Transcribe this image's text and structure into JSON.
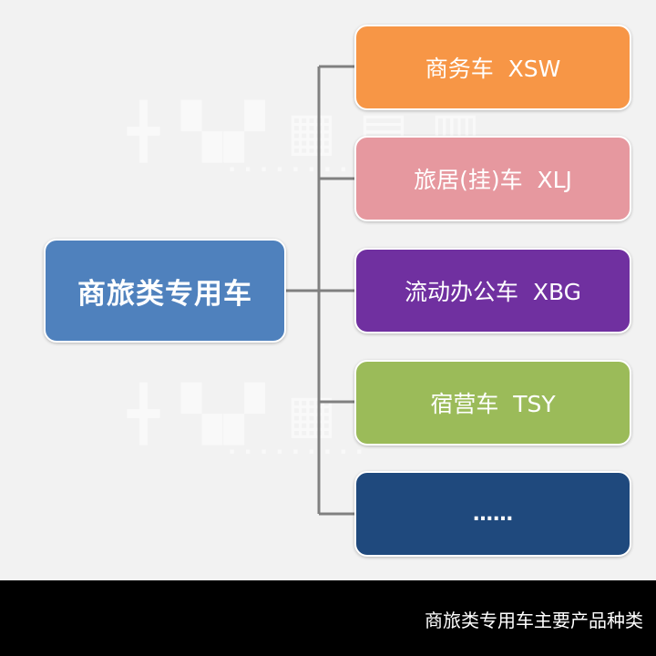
{
  "colors": {
    "background": "#f2f2f2",
    "root": "#4f81bd",
    "connector": "#808080",
    "caption_bar": "#000000"
  },
  "root": {
    "label": "商旅类专用车"
  },
  "children": [
    {
      "label": "商务车  XSW",
      "color": "#f79646"
    },
    {
      "label": "旅居(挂)车  XLJ",
      "color": "#e6989f"
    },
    {
      "label": "流动办公车  XBG",
      "color": "#7030a0"
    },
    {
      "label": "宿营车  TSY",
      "color": "#9bbb59"
    },
    {
      "label": "……",
      "color": "#1f497d"
    }
  ],
  "caption": "商旅类专用车主要产品种类"
}
